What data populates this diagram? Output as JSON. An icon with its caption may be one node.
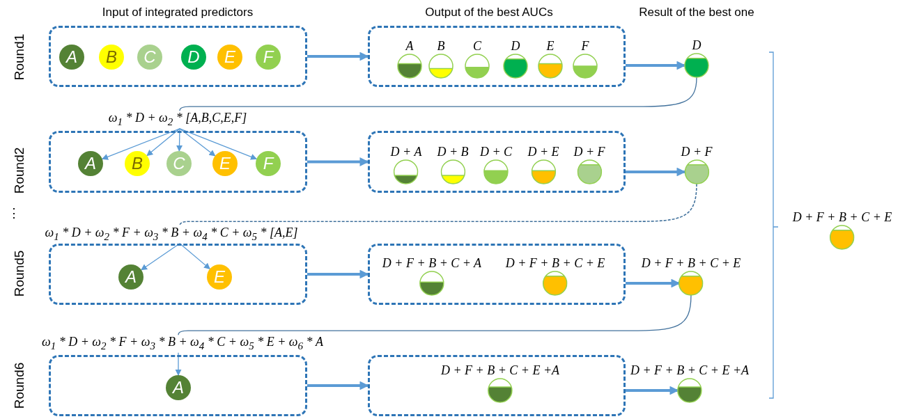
{
  "diagram": {
    "nodes": [
      {
        "text": [],
        "shape": "box"
      },
      {
        "text": [
          "A"
        ],
        "in": 0
      },
      {
        "text": [
          "B"
        ],
        "in": 0
      },
      {
        "text": [
          "C"
        ],
        "in": 0
      },
      {
        "text": [
          "D"
        ],
        "in": 0
      },
      {
        "text": [
          "E"
        ],
        "in": 0
      },
      {
        "text": [
          "F"
        ],
        "in": 0
      },
      {
        "text": [],
        "shape": "box"
      },
      {
        "text": [
          "A"
        ],
        "in": 7
      },
      {
        "text": [
          "B"
        ],
        "in": 7
      },
      {
        "text": [
          "C"
        ],
        "in": 7
      },
      {
        "text": [
          "D"
        ],
        "in": 7
      },
      {
        "text": [
          "E"
        ],
        "in": 7
      },
      {
        "text": [
          "F"
        ],
        "in": 7
      },
      {
        "text": [
          "D"
        ]
      },
      {
        "text": [
          "ω$_{1}$ * D + ω$_{2}$ * [A,B,C,E,F]"
        ]
      },
      {
        "text": [],
        "shape": "box"
      },
      {
        "text": [
          "A"
        ],
        "in": 16
      },
      {
        "text": [
          "B"
        ],
        "in": 16
      },
      {
        "text": [
          "C"
        ],
        "in": 16
      },
      {
        "text": [
          "E"
        ],
        "in": 16
      },
      {
        "text": [
          "F"
        ],
        "in": 16
      },
      {
        "text": [],
        "shape": "box"
      },
      {
        "text": [
          "D + A"
        ],
        "in": 22
      },
      {
        "text": [
          "D + B"
        ],
        "in": 22
      },
      {
        "text": [
          "D + C"
        ],
        "in": 22
      },
      {
        "text": [
          "D + E"
        ],
        "in": 22
      },
      {
        "text": [
          "D + F"
        ],
        "in": 22
      },
      {
        "text": [
          "D + F"
        ]
      },
      {
        "text": [
          "ω$_{1}$ * D + ω$_{2}$ * F + ω$_{3}$ * B + ω$_{4}$ * C + ω$_{5}$ * [A,E]"
        ]
      },
      {
        "text": [],
        "shape": "box"
      },
      {
        "text": [
          "A"
        ],
        "in": 30
      },
      {
        "text": [
          "E"
        ],
        "in": 30
      },
      {
        "text": [],
        "shape": "box"
      },
      {
        "text": [
          "D + F + B + C + A"
        ],
        "in": 33
      },
      {
        "text": [
          "D + F + B + C + E"
        ],
        "in": 33
      },
      {
        "text": [
          "D + F + B + C + E"
        ]
      },
      {
        "text": [
          "ω$_{1}$ * D + ω$_{2}$ * F + ω$_{3}$ * B + ω$_{4}$ * C + ω$_{5}$ * E + ω$_{6}$ * A"
        ]
      },
      {
        "text": [],
        "shape": "box"
      },
      {
        "text": [
          "A"
        ],
        "in": 38
      },
      {
        "text": [],
        "shape": "box"
      },
      {
        "text": [
          "D + F + B + C + E +A"
        ],
        "in": 40
      },
      {
        "text": [
          "D + F + B + C + E +A"
        ]
      },
      {
        "text": [
          "D + F + B + C + E"
        ]
      }
    ],
    "edges": [
      {
        "from": 0,
        "to": 7,
        "arrow": "to",
        "style": "thick"
      },
      {
        "from": 7,
        "to": 14,
        "arrow": "to",
        "style": "thick"
      },
      {
        "from": 14,
        "to": 15,
        "arrow": "none",
        "color": "#41719c"
      },
      {
        "from": 15,
        "to": 17,
        "arrow": "to"
      },
      {
        "from": 15,
        "to": 18,
        "arrow": "to"
      },
      {
        "from": 15,
        "to": 19,
        "arrow": "to"
      },
      {
        "from": 15,
        "to": 20,
        "arrow": "to"
      },
      {
        "from": 15,
        "to": 21,
        "arrow": "to"
      },
      {
        "from": 16,
        "to": 22,
        "arrow": "to",
        "style": "thick"
      },
      {
        "from": 22,
        "to": 28,
        "arrow": "to",
        "style": "thick"
      },
      {
        "from": 28,
        "to": 29,
        "arrow": "none",
        "style": "dashed",
        "color": "#41719c"
      },
      {
        "from": 29,
        "to": 31,
        "arrow": "to"
      },
      {
        "from": 29,
        "to": 32,
        "arrow": "to"
      },
      {
        "from": 30,
        "to": 33,
        "arrow": "to",
        "style": "thick"
      },
      {
        "from": 33,
        "to": 36,
        "arrow": "to",
        "style": "thick"
      },
      {
        "from": 36,
        "to": 37,
        "arrow": "none",
        "color": "#41719c"
      },
      {
        "from": 37,
        "to": 39,
        "arrow": "to"
      },
      {
        "from": 38,
        "to": 40,
        "arrow": "to",
        "style": "thick"
      },
      {
        "from": 40,
        "to": 42,
        "arrow": "to",
        "style": "thick"
      }
    ],
    "labels": [
      "Input of integrated predictors",
      "Output of the best AUCs",
      "Result of the best one",
      "Round1",
      "Round2",
      "⋮",
      "Round5",
      "Round6"
    ]
  }
}
